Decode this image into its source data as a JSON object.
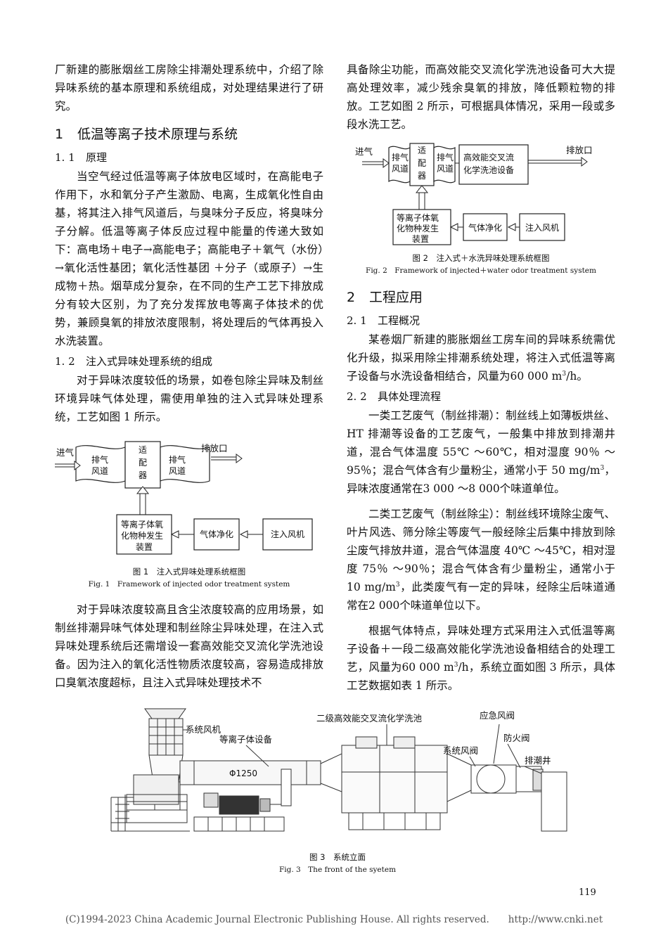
{
  "left": {
    "p_intro": "厂新建的膨胀烟丝工房除尘排潮处理系统中，介绍了除异味系统的基本原理和系统组成，对处理结果进行了研究。",
    "h1_num": "1",
    "h1_title": "低温等离子技术原理与系统",
    "h11_num": "1. 1",
    "h11_title": "原理",
    "p_principle": "当空气经过低温等离子体放电区域时，在高能电子作用下，水和氧分子产生激励、电离，生成氧化性自由基，将其注入排气风道后，与臭味分子反应，将臭味分子分解。低温等离子体反应过程中能量的传递大致如下：高电场＋电子→高能电子；高能电子＋氧气（水份）→氧化活性基团；氧化活性基团 ＋分子（或原子）→生成物＋热。烟草成分复杂，在不同的生产工艺下排放成分有较大区别，为了充分发挥放电等离子体技术的优势，兼顾臭氧的排放浓度限制，将处理后的气体再投入水洗装置。",
    "h12_num": "1. 2",
    "h12_title": "注入式异味处理系统的组成",
    "p_comp": "对于异味浓度较低的场景，如卷包除尘异味及制丝环境异味气体处理，需使用单独的注入式异味处理系统，工艺如图 1 所示。",
    "p_after": "对于异味浓度较高且含尘浓度较高的应用场景，如制丝排潮异味气体处理和制丝除尘异味处理，在注入式异味处理系统后还需增设一套高效能交叉流化学洗池设备。因为注入的氧化活性物质浓度较高，容易造成排放口臭氧浓度超标，且注入式异味处理技术不"
  },
  "fig1": {
    "inlet": "进气",
    "duct1": [
      "排气",
      "风道"
    ],
    "adapter": [
      "适",
      "配",
      "器"
    ],
    "duct2": [
      "排气",
      "风道"
    ],
    "outlet": "排放口",
    "plasma": [
      "等离子体氧",
      "化物种发生",
      "装置"
    ],
    "purify": "气体净化",
    "fan": "注入风机",
    "cap_cn": "图 1　注入式异味处理系统框图",
    "cap_en": "Fig. 1　Framework of injected odor treatment system"
  },
  "right": {
    "p_cont": "具备除尘功能，而高效能交叉流化学洗池设备可大大提高处理效率，减少残余臭氧的排放，降低颗粒物的排放。工艺如图 2 所示，可根据具体情况，采用一段或多段水洗工艺。",
    "h2_num": "2",
    "h2_title": "工程应用",
    "h21_num": "2. 1",
    "h21_title": "工程概况",
    "p_overview_a": "某卷烟厂新建的膨胀烟丝工房车间的异味系统需优化升级，拟采用除尘排潮系统处理，将注入式低温等离子设备与水洗设备相结合，风量为60 000 m",
    "p_overview_sup": "3",
    "p_overview_b": "/h。",
    "h22_num": "2. 2",
    "h22_title": "具体处理流程",
    "p_cls1_a": "一类工艺废气（制丝排潮）：制丝线上如薄板烘丝、HT 排潮等设备的工艺废气，一般集中排放到排潮井道，混合气体温度 55℃ ～60℃，相对湿度 90％ ～95％；混合气体含有少量粉尘，通常小于 50 mg/m",
    "p_cls1_sup": "3",
    "p_cls1_b": "，异味浓度通常在3 000 ～8 000个味道单位。",
    "p_cls2_a": "二类工艺废气（制丝除尘）：制丝线环境除尘废气、叶片风选、筛分除尘等废气一般经除尘后集中排放到除尘废气排放井道，混合气体温度 40℃ ～45℃，相对湿度 75％ ～90％；混合气体含有少量粉尘，通常小于 10 mg/m",
    "p_cls2_sup": "3",
    "p_cls2_b": "，此类废气有一定的异味，经除尘后味道通常在2 000个味道单位以下。",
    "p_method_a": "根据气体特点，异味处理方式采用注入式低温等离子设备＋一段二级高效能化学洗池设备相结合的处理工艺，风量为60 000 m",
    "p_method_sup": "3",
    "p_method_b": "/h，系统立面如图 3 所示，具体工艺数据如表 1 所示。"
  },
  "fig2": {
    "inlet": "进气",
    "duct1": [
      "排气",
      "风道"
    ],
    "adapter": [
      "适",
      "配",
      "器"
    ],
    "duct2": [
      "排气",
      "风道"
    ],
    "washer": [
      "高效能交叉流",
      "化学洗池设备"
    ],
    "outlet": "排放口",
    "plasma": [
      "等离子体氧",
      "化物种发生",
      "装置"
    ],
    "purify": "气体净化",
    "fan": "注入风机",
    "cap_cn": "图 2　注入式＋水洗异味处理系统框图",
    "cap_en": "Fig. 2　Framework of injected＋water odor treatment system"
  },
  "fig3": {
    "fan": "系统风机",
    "plasma": "等离子体设备",
    "washer": "二级高效能交叉流化学洗池",
    "emergency_valve": "应急风阀",
    "fire_valve": "防火阀",
    "system_valve": "系统风阀",
    "shaft": "排潮井",
    "diameter": "Φ1250",
    "cap_cn": "图 3　系统立面",
    "cap_en": "Fig. 3　The front of the syetem"
  },
  "page_number": "119",
  "footer": "(C)1994-2023 China Academic Journal Electronic Publishing House. All rights reserved.　　http://www.cnki.net"
}
